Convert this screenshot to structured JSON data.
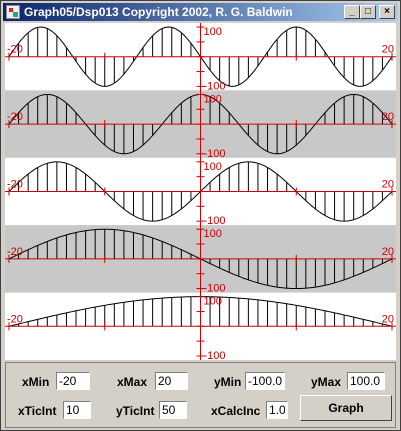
{
  "window": {
    "title": "Graph05/Dsp013 Copyright 2002, R. G. Baldwin",
    "minimize_glyph": "_",
    "maximize_glyph": "□",
    "close_glyph": "×"
  },
  "colors": {
    "axis": "#cc0000",
    "curve": "#000000",
    "band_light": "#ffffff",
    "band_dark": "#c8c8c8"
  },
  "chart_data": {
    "type": "line",
    "x_range": [
      -20,
      20
    ],
    "y_range": [
      -100,
      100
    ],
    "x_tick_interval": 10,
    "y_tick_interval": 50,
    "x_calc_increment": 1,
    "x_tick_labels": {
      "left": "-20",
      "right": "20"
    },
    "y_tick_labels": {
      "top": "100",
      "bottom": "-100"
    },
    "series": [
      {
        "cycles_across_x_range": 3,
        "amplitude": 100,
        "band": "light"
      },
      {
        "cycles_across_x_range": 2.5,
        "amplitude": 100,
        "band": "dark"
      },
      {
        "cycles_across_x_range": 2,
        "amplitude": 100,
        "band": "light"
      },
      {
        "cycles_across_x_range": 1,
        "amplitude": 100,
        "band": "dark"
      },
      {
        "cycles_across_x_range": 0.5,
        "amplitude": 100,
        "band": "light"
      }
    ]
  },
  "controls": {
    "xmin": {
      "label": "xMin",
      "value": "-20"
    },
    "xmax": {
      "label": "xMax",
      "value": "20"
    },
    "ymin": {
      "label": "yMin",
      "value": "-100.0"
    },
    "ymax": {
      "label": "yMax",
      "value": "100.0"
    },
    "xticint": {
      "label": "xTicInt",
      "value": "10"
    },
    "yticint": {
      "label": "yTicInt",
      "value": "50"
    },
    "xcalcinc": {
      "label": "xCalcInc",
      "value": "1.0"
    },
    "graph_label": "Graph"
  }
}
